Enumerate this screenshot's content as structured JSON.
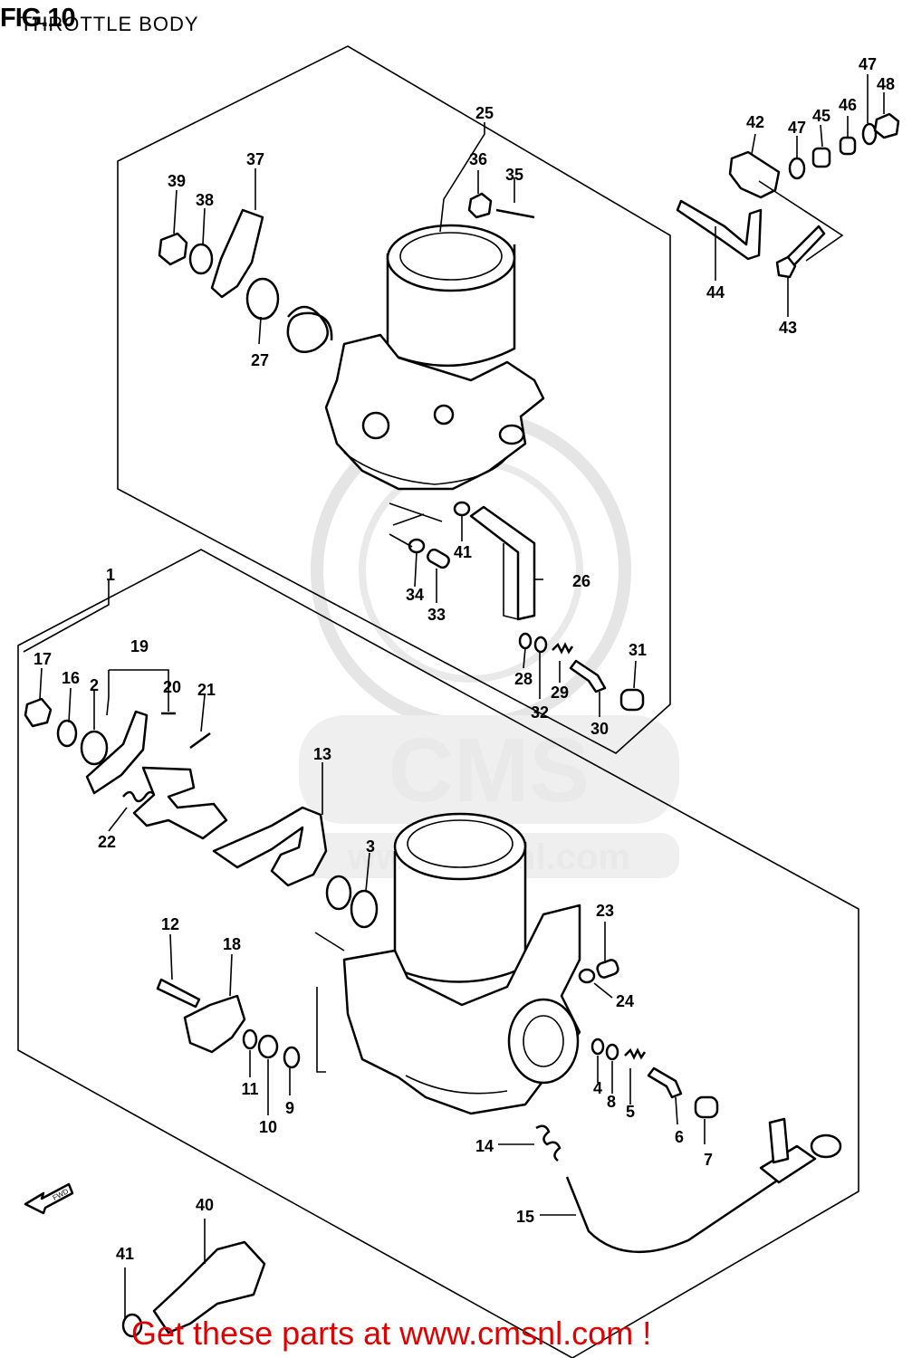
{
  "header": {
    "fig_label": "FIG.10",
    "title": "THROTTLE BODY"
  },
  "watermark": {
    "logo_text": "CMS",
    "url_text": "www.cmsnl.com"
  },
  "direction_arrow": {
    "label": "FWD"
  },
  "footer": {
    "text": "Get these parts at www.cmsnl.com !",
    "color": "#e00000"
  },
  "callouts": [
    "1",
    "2",
    "3",
    "4",
    "5",
    "6",
    "7",
    "8",
    "9",
    "10",
    "11",
    "12",
    "13",
    "14",
    "15",
    "16",
    "17",
    "18",
    "19",
    "20",
    "21",
    "22",
    "23",
    "24",
    "25",
    "26",
    "27",
    "28",
    "29",
    "30",
    "31",
    "32",
    "33",
    "34",
    "35",
    "36",
    "37",
    "38",
    "39",
    "40",
    "41",
    "41",
    "42",
    "43",
    "44",
    "45",
    "46",
    "47",
    "47",
    "48"
  ]
}
